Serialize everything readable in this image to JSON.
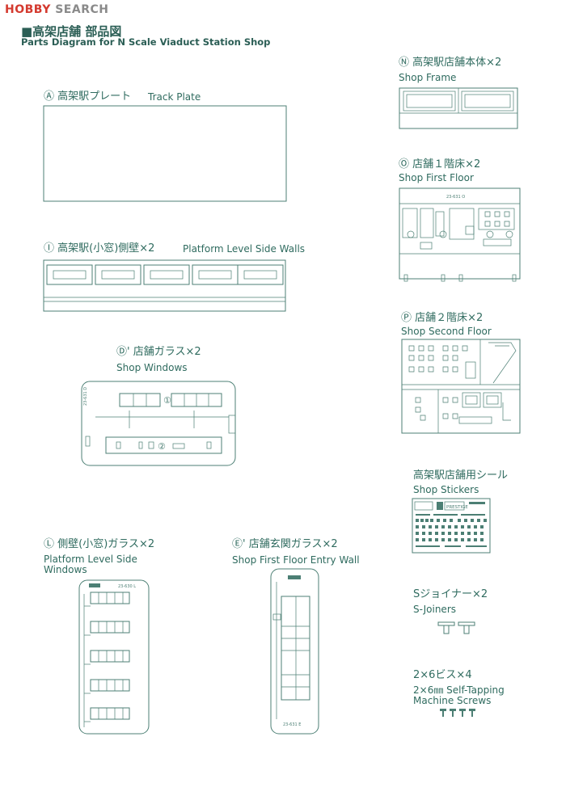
{
  "logo": {
    "brand": "HOBBY",
    "suffix": "SEARCH"
  },
  "header": {
    "title_jp": "■高架店舗 部品図",
    "title_en": "Parts Diagram for N Scale Viaduct Station Shop"
  },
  "parts": {
    "a": {
      "label_jp": "Ⓐ 高架駅プレート",
      "label_en": "Track Plate"
    },
    "i": {
      "label_jp": "Ⓘ 高架駅(小窓)側壁×2",
      "label_en": "Platform Level Side Walls"
    },
    "d": {
      "label_jp": "Ⓓ' 店舗ガラス×2",
      "label_en": "Shop Windows",
      "code": "23-631 D",
      "num1": "①",
      "num2": "②"
    },
    "l": {
      "label_jp": "Ⓛ 側壁(小窓)ガラス×2",
      "label_en_1": "Platform Level Side",
      "label_en_2": "Windows",
      "code": "23-630 L"
    },
    "e": {
      "label_jp": "Ⓔ' 店舗玄関ガラス×2",
      "label_en": "Shop First Floor Entry Wall",
      "code": "23-631 E"
    },
    "n": {
      "label_jp": "Ⓝ 高架駅店舗本体×2",
      "label_en": "Shop Frame"
    },
    "o": {
      "label_jp": "Ⓞ 店舗１階床×2",
      "label_en": "Shop First Floor",
      "code": "23-631 O"
    },
    "p": {
      "label_jp": "Ⓟ 店舗２階床×2",
      "label_en": "Shop Second Floor"
    },
    "stickers": {
      "label_jp": "高架駅店舗用シール",
      "label_en": "Shop Stickers",
      "sign": "PRESTIGE"
    },
    "sjoiners": {
      "label_jp": "Sジョイナー×2",
      "label_en": "S-Joiners"
    },
    "screws": {
      "label_jp": "2×6ビス×4",
      "label_en_1": "2×6㎜ Self-Tapping",
      "label_en_2": "Machine Screws"
    }
  }
}
